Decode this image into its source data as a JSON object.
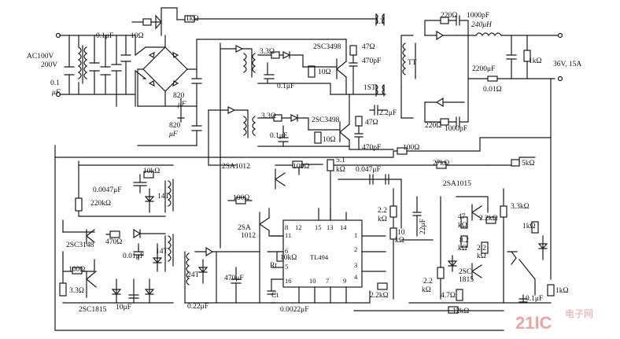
{
  "labels": {
    "ac_in": "AC100V",
    "ac_in2": "200V",
    "c_in1": "0.1μF",
    "c_in2": "0.1",
    "c_in2u": "μF",
    "r10": "10Ω",
    "r1k_top": "1kΩ",
    "lt": "LT",
    "c820a": "820",
    "c820a_u": "μF",
    "c820b": "820",
    "c820b_u": "μF",
    "r33a": "3.3Ω",
    "c01a": "0.1μF",
    "r10a": "10Ω",
    "q1": "2SC3498",
    "r47a": "47Ω",
    "c470a": "470pF",
    "t1": "1ST",
    "c22": "2.2μF",
    "r33b": "3.3Ω",
    "c01b": "0.1μF",
    "r10b": "10Ω",
    "q2": "2SC3498",
    "r47b": "47Ω",
    "c470b": "470pF",
    "r100a": "100Ω",
    "r220a": "220Ω",
    "c1000a": "1000pF",
    "l240": "240μH",
    "tt": "TT",
    "c2200": "2200μF",
    "r1k_out": "1kΩ",
    "out": "36V, 15A",
    "r01": "0.01Ω",
    "r220b": "220Ω",
    "c1000b": "1000pF",
    "r100b": "100Ω",
    "r27k": "27kΩ",
    "r5k": "5kΩ",
    "r51k": "5.1",
    "r51k_u": "kΩ",
    "c0047b": "0.047μF",
    "q_2sa1015": "2SA1015",
    "r10k": "10kΩ",
    "c0047a": "0.0047μF",
    "r220k": "220kΩ",
    "t_14": "14T",
    "q_2sa1012a": "2SA1012",
    "r100c": "100Ω",
    "r100d": "100Ω",
    "q_2sa1012b": "2SA",
    "q_2sa1012b2": "1012",
    "q_2sc3148": "2SC3148",
    "r470": "470Ω",
    "c001": "0.01μF",
    "t_14b": "14T",
    "r100e": "100Ω",
    "r33c": "3.3Ω",
    "c10": "10μF",
    "q_2sc1815a": "2SC1815",
    "t_24": "24T",
    "c470u": "470μF",
    "c022": "0.22μF",
    "r10k_b": "10kΩ",
    "rt": "Rt",
    "ct": "Ct",
    "c00022": "0.0022μF",
    "ic": "TL494",
    "r22k_a": "2.2",
    "r22k_a_u": "kΩ",
    "r10k_c": "10",
    "r10k_c_u": "kΩ",
    "c22u": "22μF",
    "r47k": "47",
    "r47k_u": "kΩ",
    "r22k_b": "2.2kΩ",
    "r82k": "8.2",
    "r82k_u": "kΩ",
    "r22k_c": "2.2",
    "r22k_c_u": "kΩ",
    "r33k": "3.3kΩ",
    "r1k_c": "1kΩ",
    "q_2sc1815b": "2SC",
    "q_2sc1815b2": "1815",
    "r22k_d": "2.2",
    "r22k_d_u": "kΩ",
    "r47": "4.7Ω",
    "r22k_e": "2.2kΩ",
    "r12k": "12kΩ",
    "c01c": "0.1μF",
    "r1k_d": "1kΩ",
    "pin8": "8",
    "pin11": "11",
    "pin6": "6",
    "pin5": "5",
    "pin16": "16",
    "pin10": "10",
    "pin7": "7",
    "pin9": "9",
    "pin15": "15",
    "pin13": "13",
    "pin14": "14",
    "pin1": "1",
    "pin2": "2",
    "pin3": "3",
    "pin4": "4",
    "pin12": "12",
    "wm": "21IC",
    "wm2": "电子网"
  }
}
